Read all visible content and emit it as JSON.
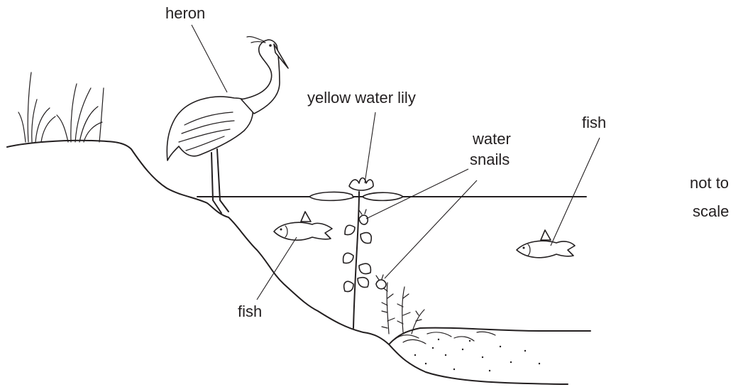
{
  "labels": {
    "heron": "heron",
    "yellow_water_lily": "yellow water lily",
    "water_snails_line1": "water",
    "water_snails_line2": "snails",
    "fish_right": "fish",
    "fish_left": "fish",
    "scale_line1": "not to",
    "scale_line2": "scale"
  },
  "colors": {
    "ink": "#231f20",
    "background": "#ffffff"
  }
}
